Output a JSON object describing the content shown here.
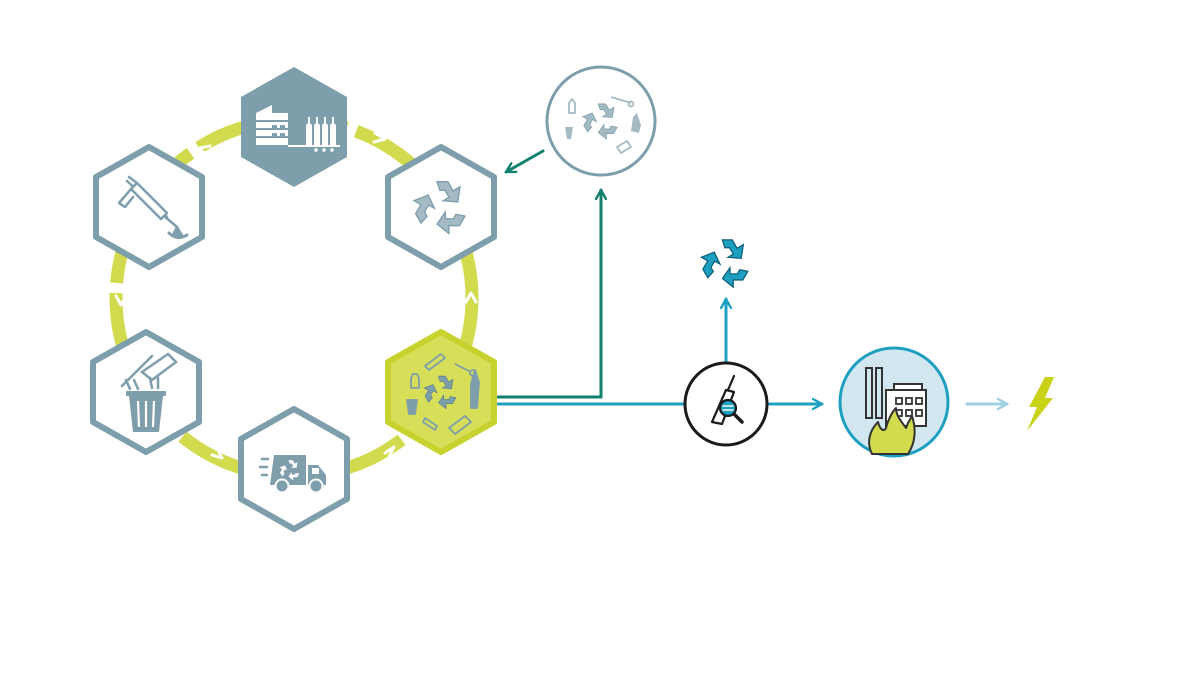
{
  "colors": {
    "cycle_ring": "#D2DB4E",
    "hex_stroke": "#7F9EAB",
    "hex_fill": "#FFFFFF",
    "factory_fill": "#7F9EAB",
    "icon_grey": "#7F9EAB",
    "icon_light": "#A5BBC4",
    "active_hex_fill": "#D6DF57",
    "active_hex_stroke": "#C8D22E",
    "teal_flow": "#12826F",
    "blue_flow": "#1D9FC0",
    "light_blue_flow": "#9FD0E1",
    "dark_outline": "#1A1A1A",
    "plant_fill": "#D3E7F1",
    "flame": "#D2DB4E",
    "bolt": "#C9D217",
    "recycle_blue": "#1D9FC0"
  },
  "cycle_stages": [
    {
      "id": "production",
      "icon": "factory-bottles-icon"
    },
    {
      "id": "application",
      "icon": "caulking-gun-icon"
    },
    {
      "id": "disposal",
      "icon": "waste-bin-icon"
    },
    {
      "id": "collection",
      "icon": "recycling-truck-icon"
    },
    {
      "id": "sorting",
      "icon": "mixed-waste-recycle-icon",
      "active": true
    },
    {
      "id": "recycling",
      "icon": "recycle-symbol-icon"
    }
  ],
  "nodes": [
    {
      "id": "mixed-recyclables",
      "icon": "mixed-recyclables-circle-icon"
    },
    {
      "id": "material-recycling",
      "icon": "recycle-symbol-blue-icon"
    },
    {
      "id": "cartridge-inspection",
      "icon": "cartridge-magnifier-icon"
    },
    {
      "id": "incineration-plant",
      "icon": "incineration-plant-icon"
    },
    {
      "id": "energy",
      "icon": "lightning-bolt-icon"
    }
  ]
}
